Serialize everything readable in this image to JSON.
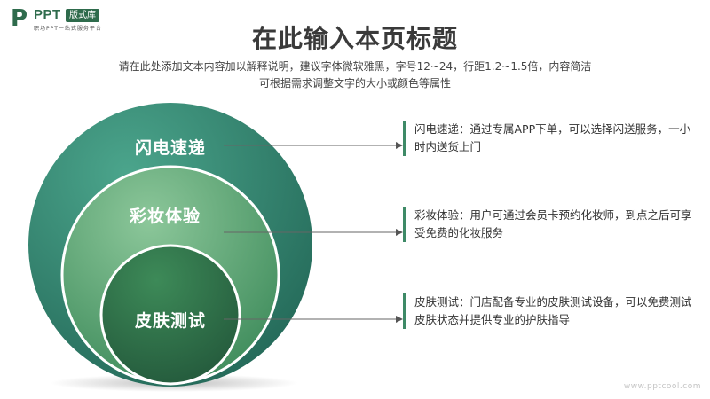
{
  "logo": {
    "mark": "P",
    "brand": "PPT",
    "tag": "版式库",
    "sub": "职场PPT一站式服务平台"
  },
  "header": {
    "title": "在此输入本页标题",
    "subtitle_line1": "请在此处添加文本内容加以解释说明，建议字体微软雅黑，字号12~24，行距1.2~1.5倍，内容简洁",
    "subtitle_line2": "可根据需求调整文字的大小或颜色等属性"
  },
  "diagram": {
    "items": [
      {
        "label": "闪电速递",
        "description": "闪电速递：通过专属APP下单，可以选择闪送服务，一小时内送货上门"
      },
      {
        "label": "彩妆体验",
        "description": "彩妆体验：用户可通过会员卡预约化妆师，到点之后可享受免费的化妆服务"
      },
      {
        "label": "皮肤测试",
        "description": "皮肤测试：门店配备专业的皮肤测试设备，可以免费测试皮肤状态并提供专业的护肤指导"
      }
    ],
    "colors": {
      "outer": "#2d7a68",
      "middle": "#5aa574",
      "inner": "#2e6b46",
      "accent": "#3e8a67"
    }
  },
  "watermark": "www.pptcool.com"
}
